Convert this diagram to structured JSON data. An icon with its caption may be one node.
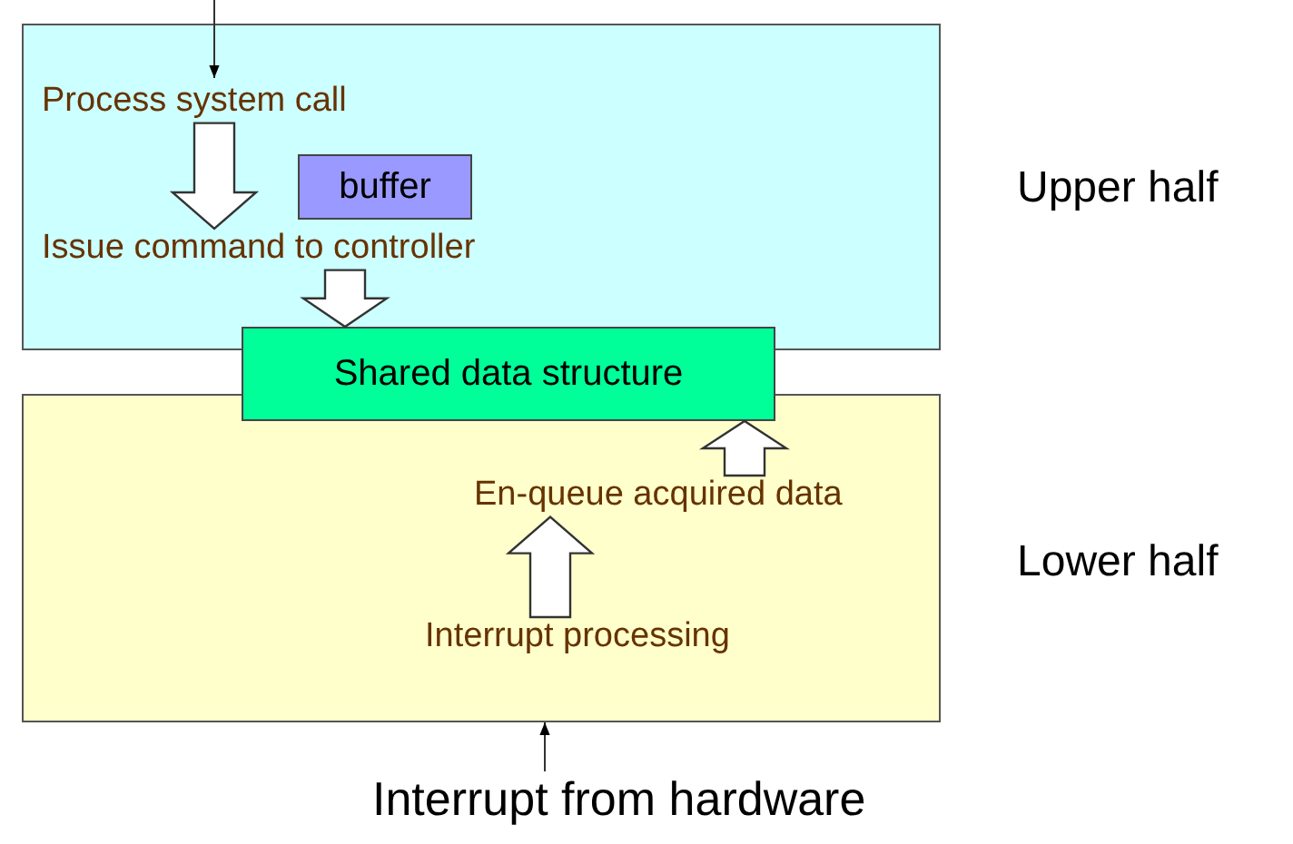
{
  "diagram": {
    "nodes": [
      {
        "text": [],
        "shape": "box",
        "beside": [
          "Upper half"
        ]
      },
      {
        "text": [
          "Process system call"
        ],
        "in": 0
      },
      {
        "text": [
          "buffer"
        ],
        "in": 0
      },
      {
        "text": [
          "Issue command to controller"
        ],
        "in": 0
      },
      {
        "text": [
          "Shared data structure"
        ]
      },
      {
        "text": [],
        "shape": "box",
        "beside": [
          "Lower half"
        ]
      },
      {
        "text": [
          "En-queue acquired data"
        ],
        "in": 5
      },
      {
        "text": [
          "Interrupt processing"
        ],
        "in": 5
      },
      {
        "text": [
          "Interrupt from hardware"
        ]
      }
    ],
    "edges": [
      {
        "from": null,
        "to": 1,
        "arrow": "to"
      },
      {
        "from": 1,
        "to": 3,
        "arrow": "to",
        "style": "thick"
      },
      {
        "from": 3,
        "to": 4,
        "arrow": "to",
        "style": "thick"
      },
      {
        "from": 7,
        "to": 6,
        "arrow": "to",
        "style": "thick"
      },
      {
        "from": 6,
        "to": 4,
        "arrow": "to",
        "style": "thick"
      },
      {
        "from": 8,
        "to": 5,
        "arrow": "to"
      }
    ]
  }
}
